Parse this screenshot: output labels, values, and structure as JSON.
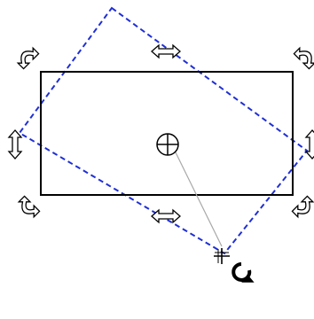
{
  "canvas": {
    "background_color": "#ffffff"
  },
  "selected_rectangle": {
    "stroke_color": "#000000",
    "fill_color": "none"
  },
  "rotation_preview": {
    "stroke_color": "#1f2fd6",
    "dash_style": "dashed",
    "preview_angle_degrees": 42
  },
  "rotation_center": {
    "icon": "crosshair-circle-icon",
    "stroke_color": "#000000"
  },
  "rotation_guide_line": {
    "stroke_color": "#a8a8a8"
  },
  "cursor": {
    "icon": "rotate-cursor-icon",
    "hotspot_icon": "crosshair-icon",
    "color": "#000000"
  },
  "handles": [
    {
      "name": "rotate-handle-top-left",
      "icon": "rotate-arrow-icon"
    },
    {
      "name": "scale-handle-top-center",
      "icon": "horizontal-double-arrow-icon"
    },
    {
      "name": "rotate-handle-top-right",
      "icon": "rotate-arrow-icon"
    },
    {
      "name": "scale-handle-middle-left",
      "icon": "vertical-double-arrow-icon"
    },
    {
      "name": "scale-handle-middle-right",
      "icon": "vertical-double-arrow-icon"
    },
    {
      "name": "rotate-handle-bottom-left",
      "icon": "rotate-arrow-icon"
    },
    {
      "name": "scale-handle-bottom-center",
      "icon": "horizontal-double-arrow-icon"
    },
    {
      "name": "rotate-handle-bottom-right",
      "icon": "rotate-arrow-icon"
    }
  ]
}
